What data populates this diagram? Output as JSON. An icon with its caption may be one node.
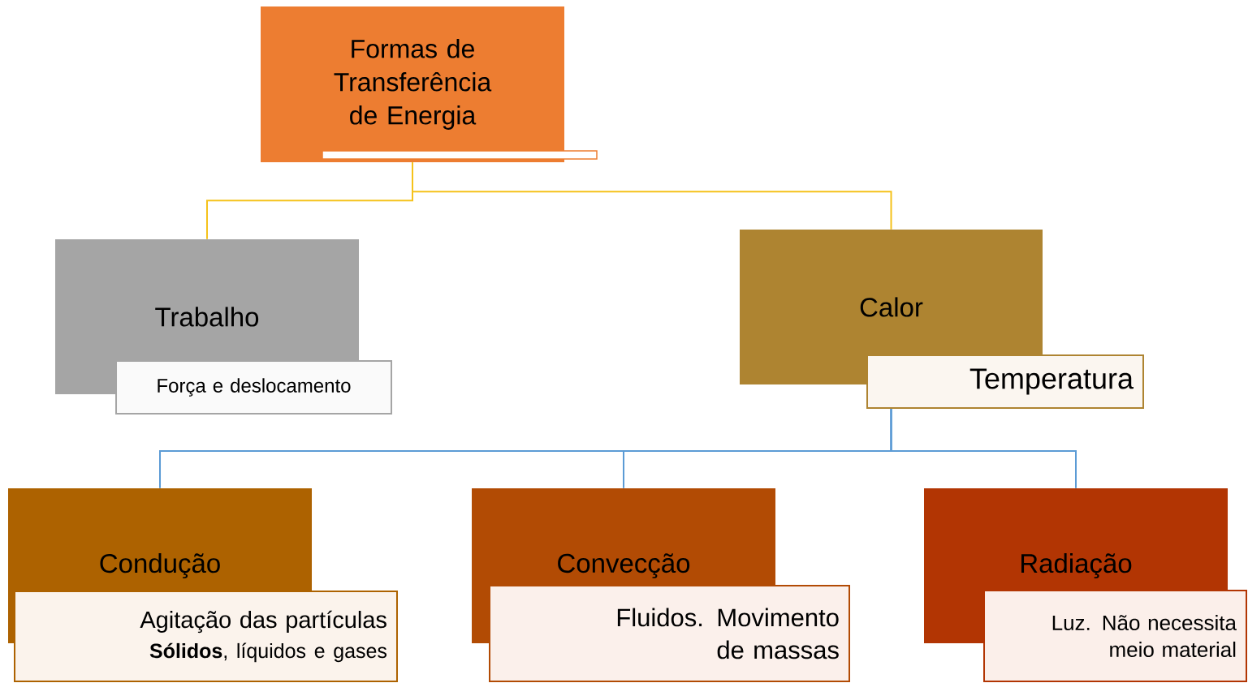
{
  "diagram": {
    "nodes": [
      {
        "text": [
          "Formas de Transferência de Energia"
        ]
      },
      {
        "text": [
          "Trabalho"
        ]
      },
      {
        "text": [
          "Força e deslocamento"
        ]
      },
      {
        "text": [
          "Calor"
        ]
      },
      {
        "text": [
          "Temperatura"
        ]
      },
      {
        "text": [
          "Condução"
        ]
      },
      {
        "text": [
          "Agitação das partículas",
          "**Sólidos**, líquidos e gases"
        ]
      },
      {
        "text": [
          "Convecção"
        ]
      },
      {
        "text": [
          "Fluidos. Movimento de massas"
        ]
      },
      {
        "text": [
          "Radiação"
        ]
      },
      {
        "text": [
          "Luz. Não necessita meio material"
        ]
      }
    ],
    "edges": [
      {
        "from": 0,
        "to": 1,
        "arrow": "none",
        "color": "#f5c21b"
      },
      {
        "from": 0,
        "to": 3,
        "arrow": "none",
        "color": "#f5c21b"
      },
      {
        "from": 4,
        "to": 5,
        "arrow": "none"
      },
      {
        "from": 4,
        "to": 7,
        "arrow": "none"
      },
      {
        "from": 4,
        "to": 9,
        "arrow": "none"
      }
    ]
  }
}
